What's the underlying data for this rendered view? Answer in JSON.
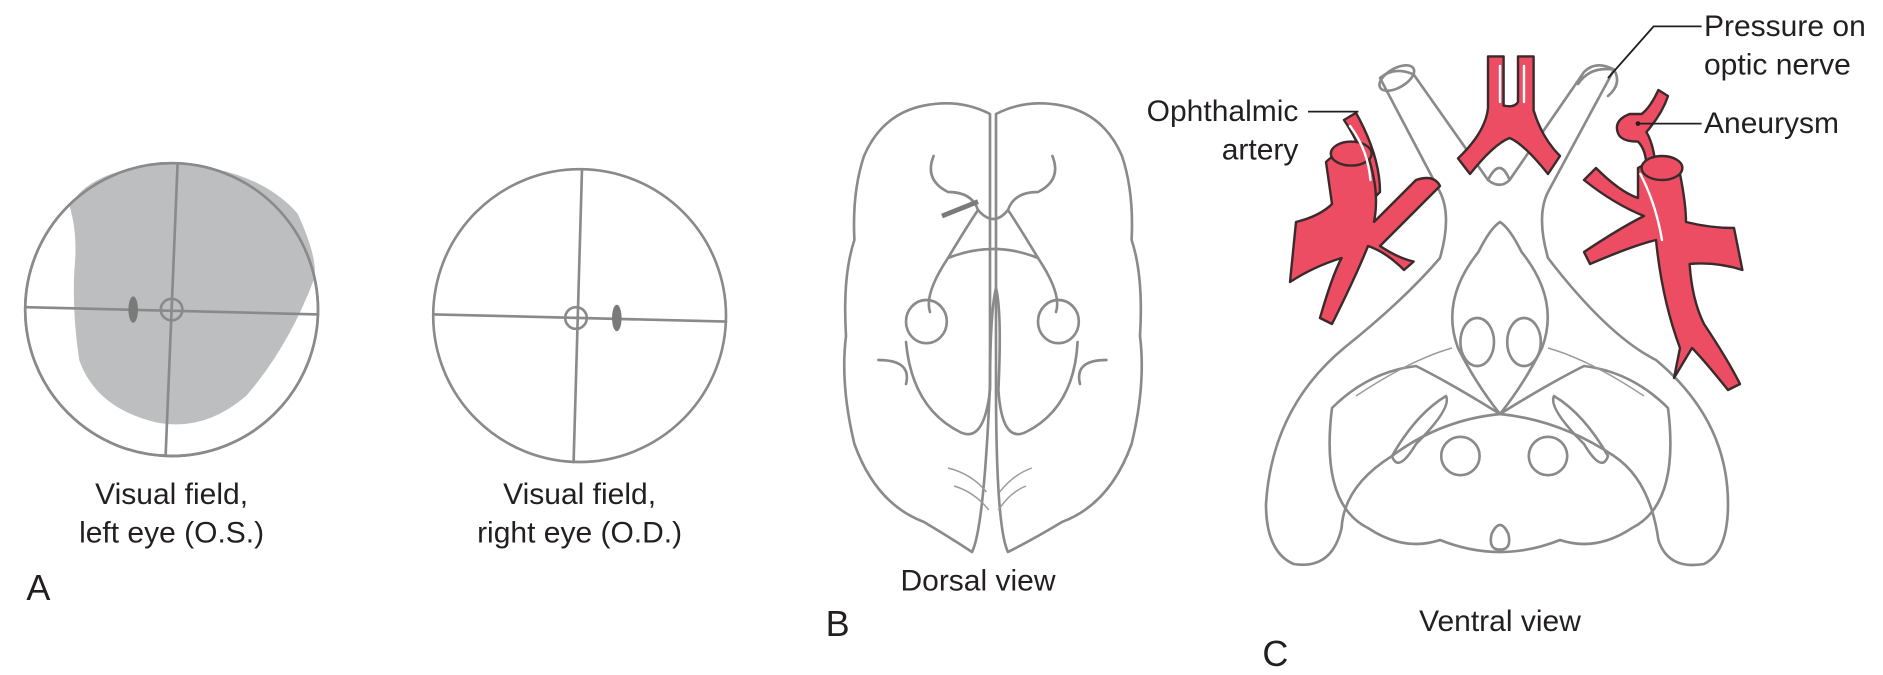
{
  "panel_a": {
    "letter": "A",
    "left_field": {
      "line1": "Visual field,",
      "line2": "left eye (O.S.)"
    },
    "right_field": {
      "line1": "Visual field,",
      "line2": "right eye (O.D.)"
    },
    "shade_color": "#bdbec0"
  },
  "panel_b": {
    "letter": "B",
    "caption": "Dorsal view"
  },
  "panel_c": {
    "letter": "C",
    "caption": "Ventral view",
    "labels": {
      "ophthalmic_1": "Ophthalmic",
      "ophthalmic_2": "artery",
      "pressure_1": "Pressure on",
      "pressure_2": "optic nerve",
      "aneurysm": "Aneurysm"
    },
    "artery_color": "#ec4d63"
  }
}
